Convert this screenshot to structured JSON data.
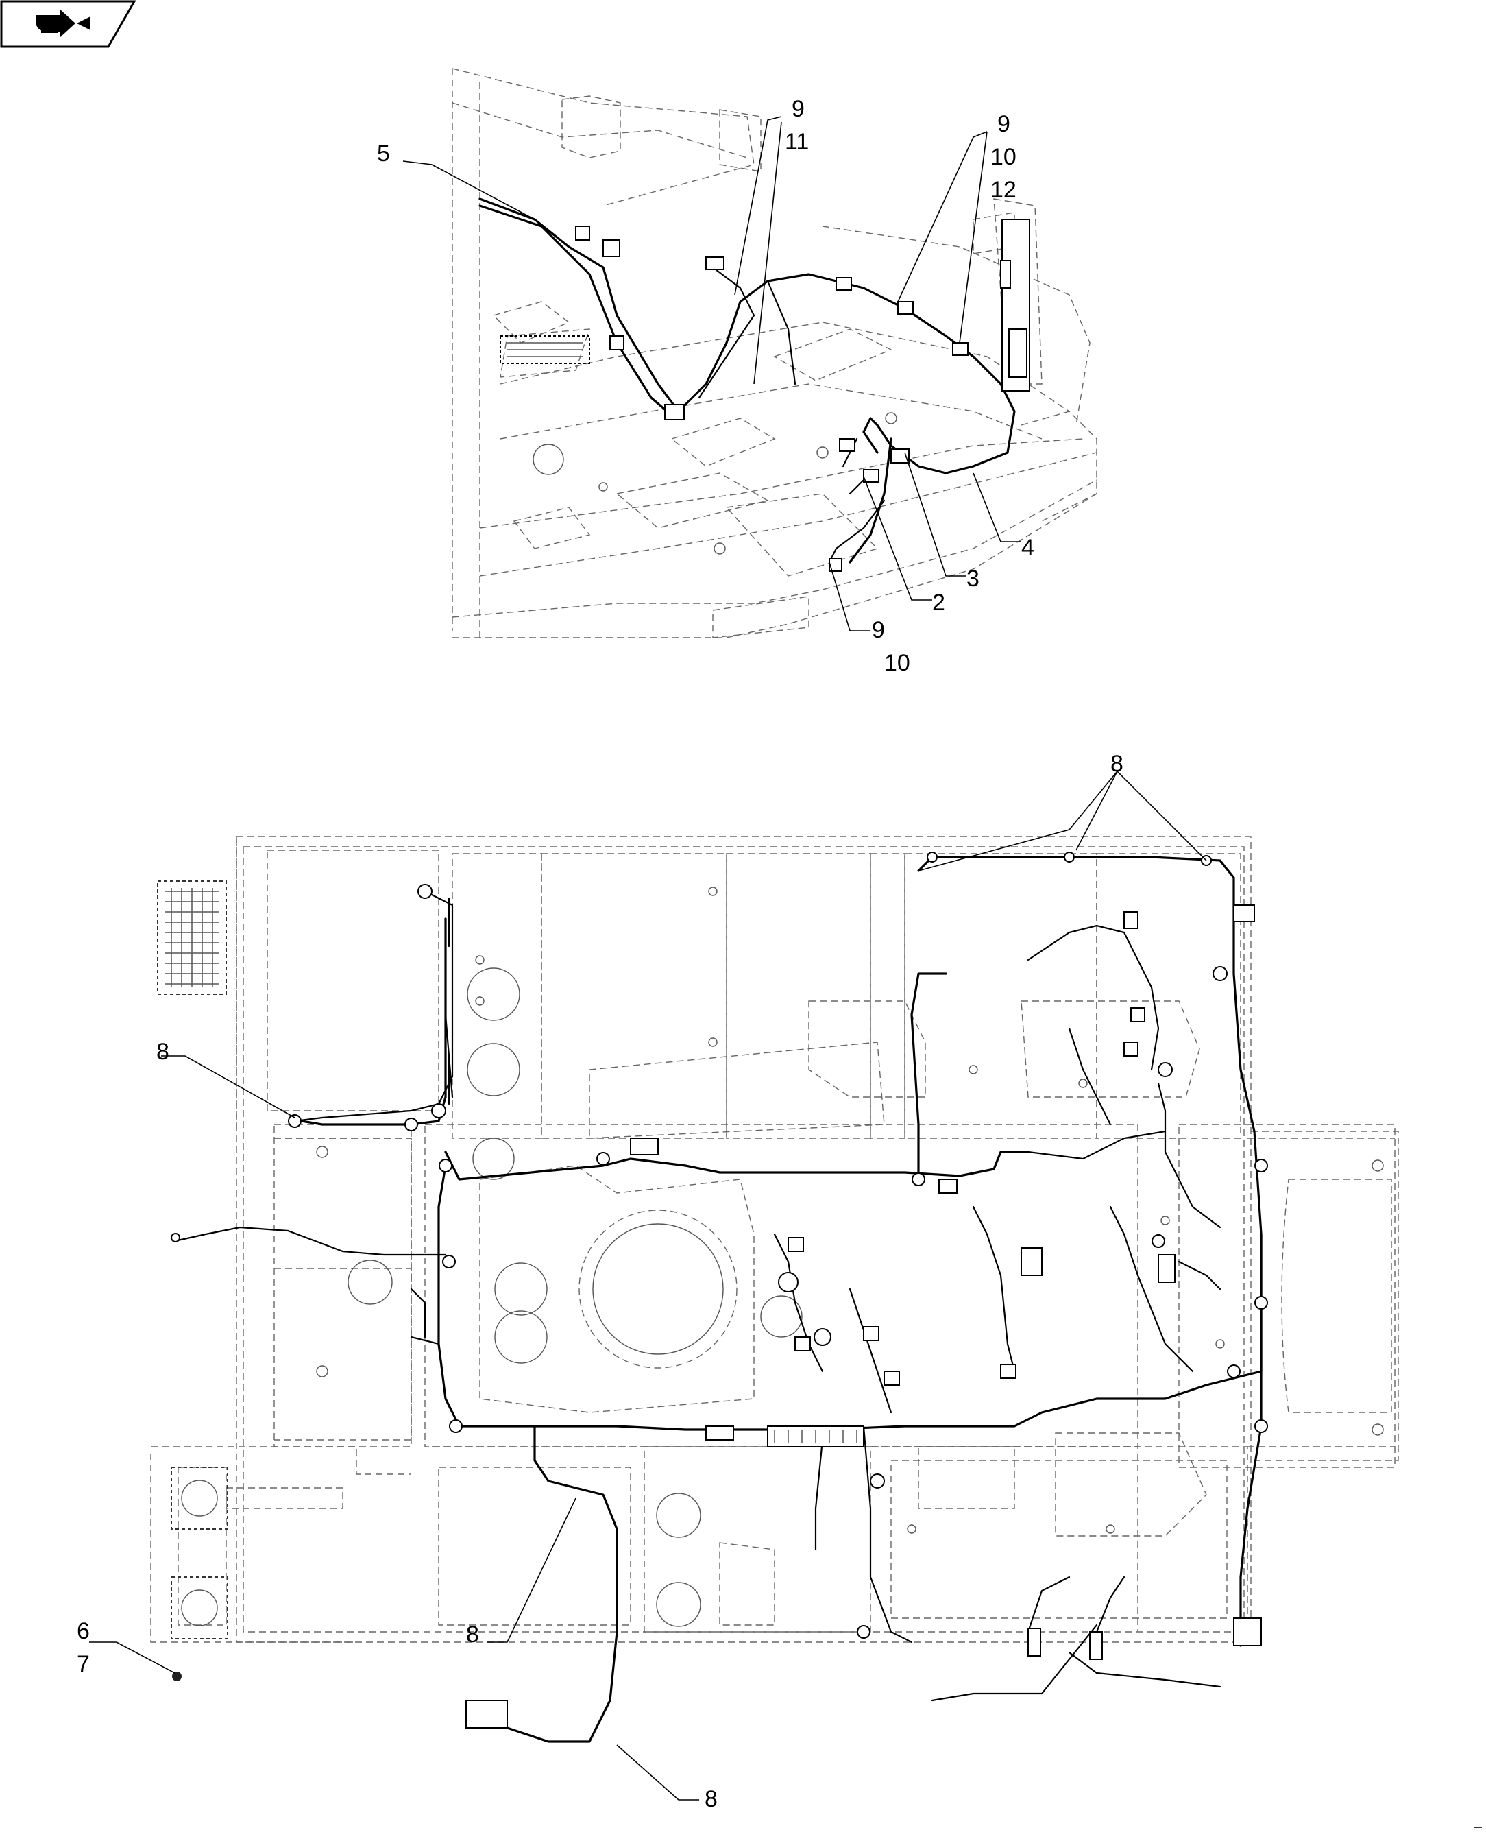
{
  "nav_button": {
    "icon": "return-arrow-icon"
  },
  "top_view": {
    "callouts": [
      {
        "id": "c5",
        "lines": [
          "5"
        ]
      },
      {
        "id": "c9-11",
        "lines": [
          "9",
          "11"
        ]
      },
      {
        "id": "c9-10-12",
        "lines": [
          "9",
          "10",
          "12"
        ]
      },
      {
        "id": "c4",
        "lines": [
          "4"
        ]
      },
      {
        "id": "c3",
        "lines": [
          "3"
        ]
      },
      {
        "id": "c2",
        "lines": [
          "2"
        ]
      },
      {
        "id": "c9-10",
        "lines": [
          "9",
          "10"
        ]
      }
    ]
  },
  "bottom_view": {
    "callouts": [
      {
        "id": "b8-top",
        "lines": [
          "8"
        ]
      },
      {
        "id": "b8-left",
        "lines": [
          "8"
        ]
      },
      {
        "id": "b8-mid",
        "lines": [
          "8"
        ]
      },
      {
        "id": "b6-7",
        "lines": [
          "6",
          "7"
        ]
      },
      {
        "id": "b8-bottom",
        "lines": [
          "8"
        ]
      }
    ]
  }
}
